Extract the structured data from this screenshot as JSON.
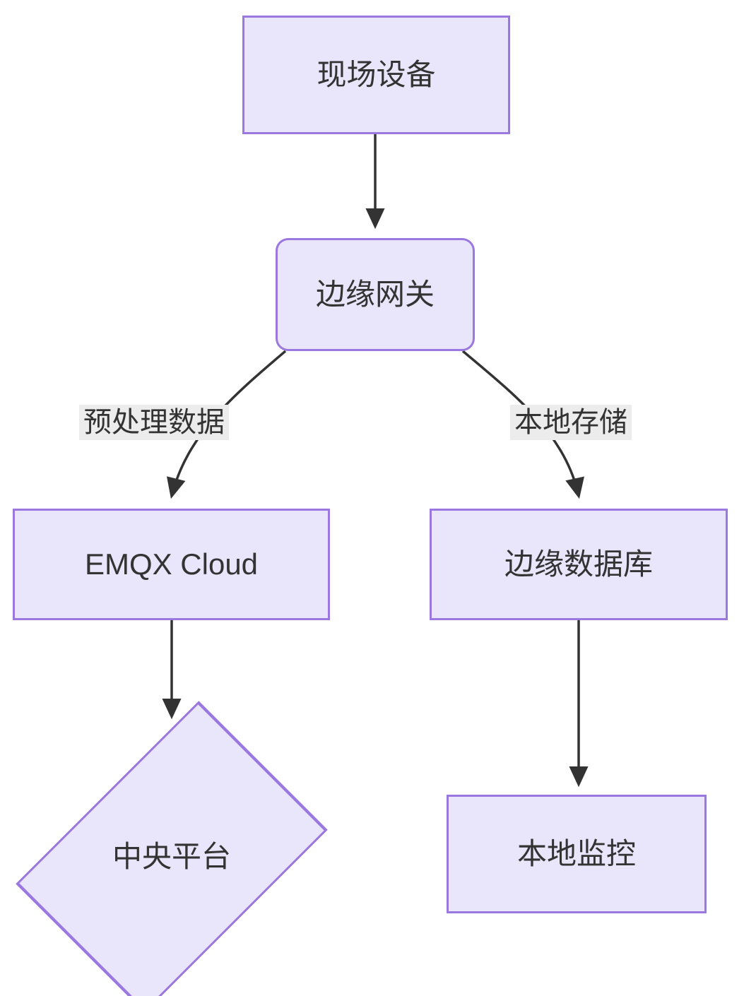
{
  "diagram": {
    "type": "flowchart",
    "direction": "top-down",
    "theme": {
      "node_fill": "#e9e5fa",
      "node_border": "#9b77e0",
      "node_text": "#333333",
      "edge_stroke": "#333333",
      "edge_label_background": "#ececec",
      "canvas_background": "#ffffff"
    },
    "nodes": [
      {
        "id": "field_devices",
        "label": "现场设备",
        "shape": "rectangle"
      },
      {
        "id": "edge_gateway",
        "label": "边缘网关",
        "shape": "rounded-rectangle"
      },
      {
        "id": "emqx_cloud",
        "label": "EMQX Cloud",
        "shape": "rectangle"
      },
      {
        "id": "edge_database",
        "label": "边缘数据库",
        "shape": "rectangle"
      },
      {
        "id": "central_platform",
        "label": "中央平台",
        "shape": "diamond"
      },
      {
        "id": "local_monitor",
        "label": "本地监控",
        "shape": "rectangle"
      }
    ],
    "edges": [
      {
        "from": "field_devices",
        "to": "edge_gateway",
        "label": "",
        "style": "arrow-straight"
      },
      {
        "from": "edge_gateway",
        "to": "emqx_cloud",
        "label": "预处理数据",
        "style": "arrow-curved"
      },
      {
        "from": "edge_gateway",
        "to": "edge_database",
        "label": "本地存储",
        "style": "arrow-curved"
      },
      {
        "from": "emqx_cloud",
        "to": "central_platform",
        "label": "",
        "style": "arrow-straight"
      },
      {
        "from": "edge_database",
        "to": "local_monitor",
        "label": "",
        "style": "arrow-straight"
      }
    ]
  }
}
